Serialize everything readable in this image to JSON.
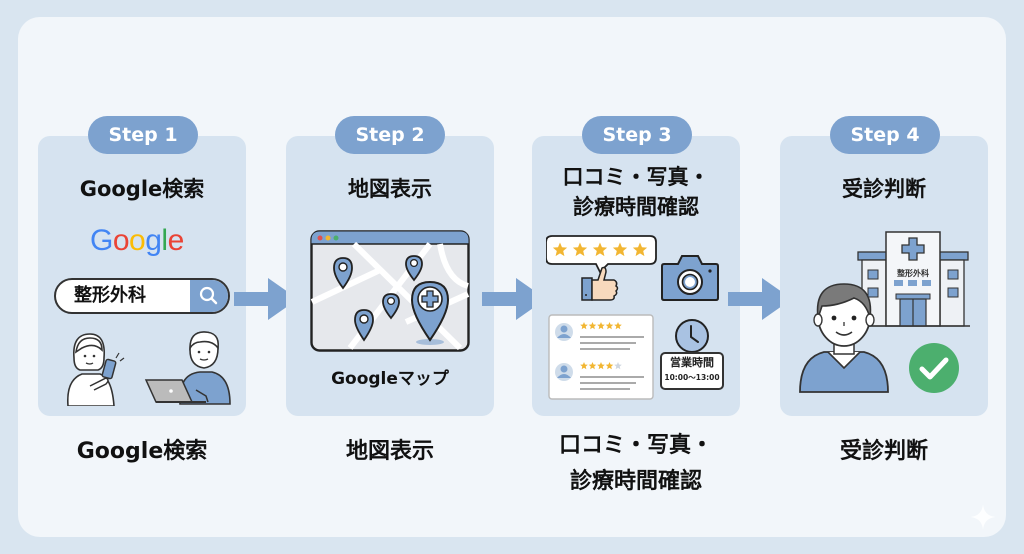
{
  "steps": [
    {
      "pill": "Step 1",
      "title": "Google検索",
      "google_logo": [
        "G",
        "o",
        "o",
        "g",
        "l",
        "e"
      ],
      "google_colors": [
        "#4285F4",
        "#EA4335",
        "#FBBC05",
        "#4285F4",
        "#34A853",
        "#EA4335"
      ],
      "search_query": "整形外科",
      "bottom_label": "Google検索"
    },
    {
      "pill": "Step 2",
      "title": "地図表示",
      "map_caption": "Googleマップ",
      "bottom_label": "地図表示"
    },
    {
      "pill": "Step 3",
      "title_line1": "口コミ・写真・",
      "title_line2": "診療時間確認",
      "rating_stars": 5,
      "review_1_stars": 5,
      "review_2_stars": 4,
      "max_stars": 5,
      "hours_label": "営業時間",
      "hours_value": "10:00〜13:00",
      "bottom_label_line1": "口コミ・写真・",
      "bottom_label_line2": "診療時間確認"
    },
    {
      "pill": "Step 4",
      "title": "受診判断",
      "clinic_sign": "整形外科",
      "bottom_label": "受診判断"
    }
  ],
  "colors": {
    "accent": "#7da2cf",
    "card": "#d6e3f0",
    "star": "#f2b632",
    "check": "#4caf6e"
  }
}
